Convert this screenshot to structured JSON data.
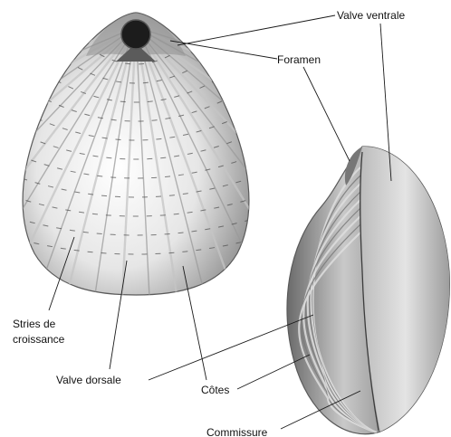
{
  "labels": {
    "valve_ventrale": "Valve ventrale",
    "foramen": "Foramen",
    "stries_line1": "Stries de",
    "stries_line2": "croissance",
    "valve_dorsale": "Valve dorsale",
    "cotes": "Côtes",
    "commissure": "Commissure"
  },
  "colors": {
    "shell_light": "#f4f4f4",
    "shell_mid": "#b5b5b5",
    "shell_dark": "#6e6e6e",
    "foramen": "#1c1c1c",
    "leader": "#1a1a1a"
  }
}
